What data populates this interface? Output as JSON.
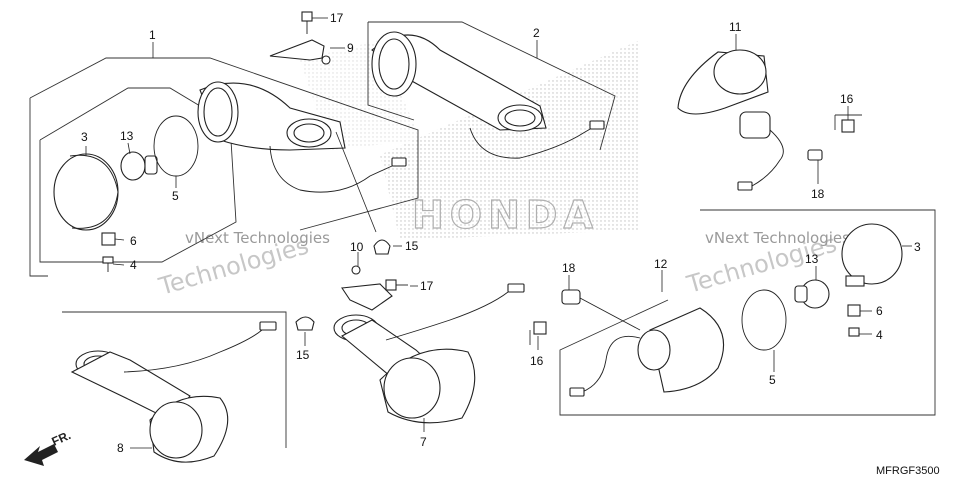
{
  "diagram": {
    "code": "MFRGF3500",
    "direction_label": "FR.",
    "brand_watermark": "HONDA",
    "watermarks": [
      "vNext Technologies",
      "Technologies",
      "vNext Technologies",
      "Technologies"
    ],
    "callouts": [
      "1",
      "2",
      "3",
      "4",
      "5",
      "6",
      "7",
      "8",
      "9",
      "10",
      "11",
      "12",
      "13",
      "15",
      "16",
      "17",
      "3",
      "4",
      "5",
      "6",
      "13",
      "15",
      "16",
      "17",
      "18",
      "18"
    ]
  }
}
